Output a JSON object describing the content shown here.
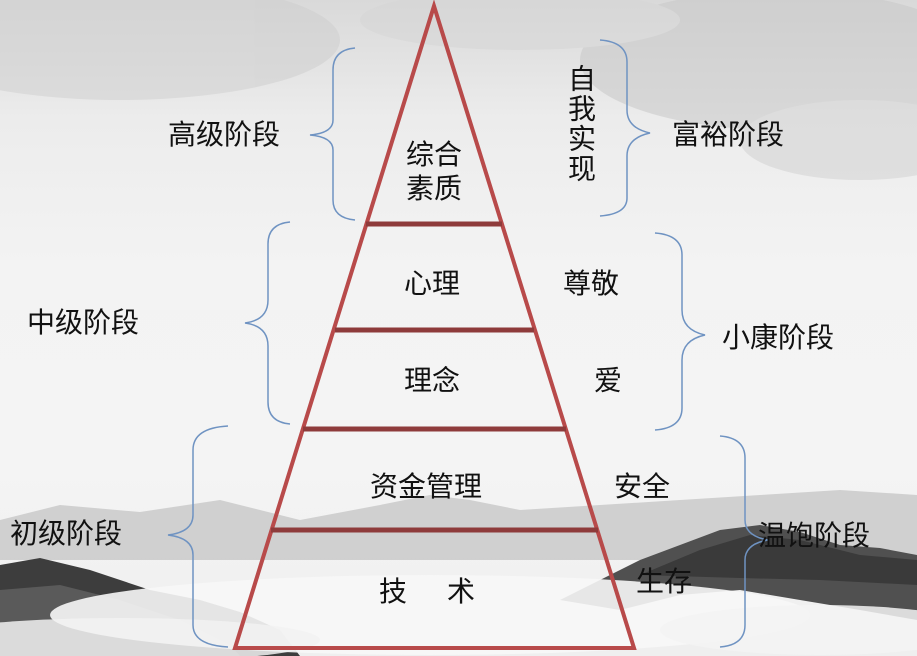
{
  "diagram": {
    "title": "",
    "colors": {
      "pyramid_outline": "#b84a4a",
      "pyramid_divider": "#8e3b3b",
      "brace": "#6f93c2",
      "text": "#111111"
    },
    "pyramid_layers": [
      {
        "id": "top",
        "inner_line1": "综合",
        "inner_line2": "素质",
        "outer": "自我实现"
      },
      {
        "id": "layer2",
        "inner": "心理",
        "outer": "尊敬"
      },
      {
        "id": "layer3",
        "inner": "理念",
        "outer": "爱"
      },
      {
        "id": "layer4",
        "inner": "资金管理",
        "outer": "安全"
      },
      {
        "id": "layer5",
        "inner": "技　术",
        "outer": "生存"
      }
    ],
    "left_stages": [
      {
        "label": "高级阶段",
        "covers": [
          "top"
        ]
      },
      {
        "label": "中级阶段",
        "covers": [
          "layer2",
          "layer3"
        ]
      },
      {
        "label": "初级阶段",
        "covers": [
          "layer4",
          "layer5"
        ]
      }
    ],
    "right_stages": [
      {
        "label": "富裕阶段",
        "covers": [
          "top"
        ]
      },
      {
        "label": "小康阶段",
        "covers": [
          "layer2",
          "layer3"
        ]
      },
      {
        "label": "温饱阶段",
        "covers": [
          "layer4",
          "layer5"
        ]
      }
    ]
  }
}
